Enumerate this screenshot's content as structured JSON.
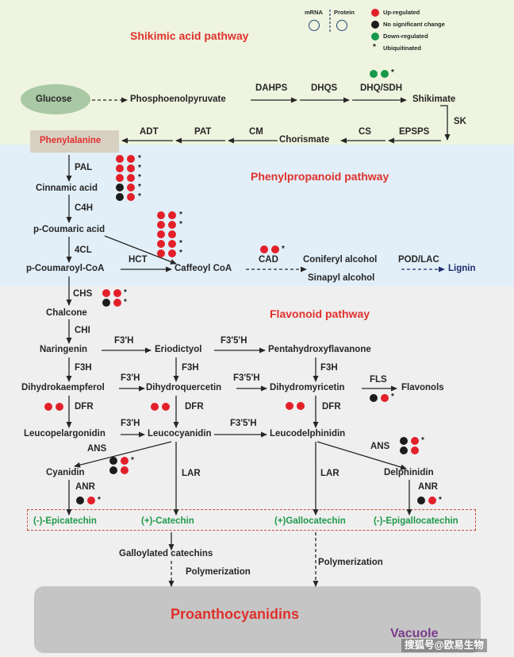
{
  "legend": {
    "mrna_label": "mRNA",
    "protein_label": "Protein",
    "up": "Up-regulated",
    "no_change": "No significant change",
    "down": "Down-regulated",
    "ubiquitinated": "Ubiquitinated",
    "star_symbol": "*",
    "up_color": "#e3202a",
    "no_change_color": "#1c1c1c",
    "down_color": "#18984a"
  },
  "sections": {
    "shikimic": "Shikimic acid pathway",
    "phenylpropanoid": "Phenylpropanoid pathway",
    "flavonoid": "Flavonoid pathway",
    "vacuole": "Vacuole"
  },
  "compounds": {
    "glucose": "Glucose",
    "pep": "Phosphoenolpyruvate",
    "shikimate": "Shikimate",
    "chorismate": "Chorismate",
    "phenylalanine": "Phenylalanine",
    "cinnamic": "Cinnamic acid",
    "pcoumaric": "p-Coumaric acid",
    "pcoumaroylcoa": "p-Coumaroyl-CoA",
    "caffeoylcoa": "Caffeoyl CoA",
    "coniferyl": "Coniferyl alcohol",
    "sinapyl": "Sinapyl alcohol",
    "lignin": "Lignin",
    "chalcone": "Chalcone",
    "naringenin": "Naringenin",
    "eriodictyol": "Eriodictyol",
    "pentahydroxyflavanone": "Pentahydroxyflavanone",
    "dihydrokaempferol": "Dihydrokaempferol",
    "dihydroquercetin": "Dihydroquercetin",
    "dihydromyricetin": "Dihydromyricetin",
    "flavonols": "Flavonols",
    "leucopelargonidin": "Leucopelargonidin",
    "leucocyanidin": "Leucocyanidin",
    "leucodelphinidin": "Leucodelphinidin",
    "cyanidin": "Cyanidin",
    "delphinidin": "Delphinidin",
    "epicatechin": "(-)-Epicatechin",
    "catechin": "(+)-Catechin",
    "gallocatechin": "(+)Gallocatechin",
    "epigallocatechin": "(-)-Epigallocatechin",
    "galloylated": "Galloylated catechins",
    "proanthocyanidins": "Proanthocyanidins"
  },
  "enzymes": {
    "dahps": "DAHPS",
    "dhqs": "DHQS",
    "dhq_sdh": "DHQ/SDH",
    "sk": "SK",
    "epsps": "EPSPS",
    "cs": "CS",
    "cm": "CM",
    "pat": "PAT",
    "adt": "ADT",
    "pal": "PAL",
    "c4h": "C4H",
    "fourcl": "4CL",
    "hct": "HCT",
    "cad": "CAD",
    "pod_lac": "POD/LAC",
    "chs": "CHS",
    "chi": "CHI",
    "f3h_a": "F3'H",
    "f35h_a": "F3'5'H",
    "f3h_1": "F3H",
    "f3h_2": "F3H",
    "f3h_3": "F3H",
    "f3h_b": "F3'H",
    "f35h_b": "F3'5'H",
    "fls": "FLS",
    "dfr_1": "DFR",
    "dfr_2": "DFR",
    "dfr_3": "DFR",
    "f3h_c": "F3'H",
    "f35h_c": "F3'5'H",
    "ans_1": "ANS",
    "ans_2": "ANS",
    "lar_1": "LAR",
    "lar_2": "LAR",
    "anr_1": "ANR",
    "anr_2": "ANR"
  },
  "process": {
    "polymerization_1": "Polymerization",
    "polymerization_2": "Polymerization"
  },
  "watermark": "搜狐号@欧易生物"
}
